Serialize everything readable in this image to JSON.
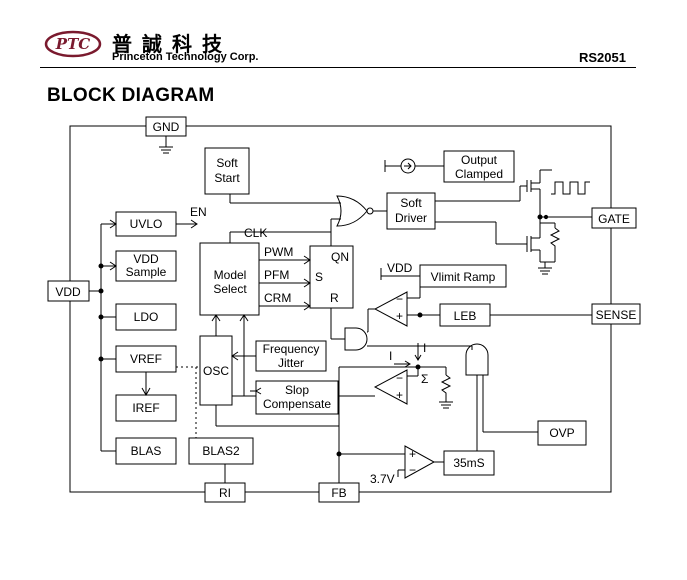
{
  "header": {
    "logo_text": "PTC",
    "company_cn": "普誠科技",
    "company_en": "Princeton Technology Corp.",
    "part_number": "RS2051"
  },
  "section_title": "BLOCK DIAGRAM",
  "blocks": {
    "gnd": "GND",
    "soft_start": [
      "Soft",
      "Start"
    ],
    "output_clamped": [
      "Output",
      "Clamped"
    ],
    "soft_driver": [
      "Soft",
      "Driver"
    ],
    "gate": "GATE",
    "uvlo": "UVLO",
    "en": "EN",
    "vdd_sample": [
      "VDD",
      "Sample"
    ],
    "vdd": "VDD",
    "clk": "CLK",
    "model_select": [
      "Model",
      "Select"
    ],
    "pwm": "PWM",
    "pfm": "PFM",
    "crm": "CRM",
    "qn": "QN",
    "s": "S",
    "r": "R",
    "vlimit_ramp": "Vlimit Ramp",
    "vdd_ramp": "VDD",
    "ldo": "LDO",
    "leb": "LEB",
    "sense": "SENSE",
    "frequency_jitter": [
      "Frequency",
      "Jitter"
    ],
    "vref": "VREF",
    "osc": "OSC",
    "i_label": "I",
    "sigma": "Σ",
    "iref": "IREF",
    "slop_compensate": [
      "Slop",
      "Compensate"
    ],
    "ovp": "OVP",
    "blas": "BLAS",
    "blas2": "BLAS2",
    "timer": "35mS",
    "vref_37": "3.7V",
    "ri": "RI",
    "fb": "FB",
    "minus": "−",
    "plus": "+"
  }
}
